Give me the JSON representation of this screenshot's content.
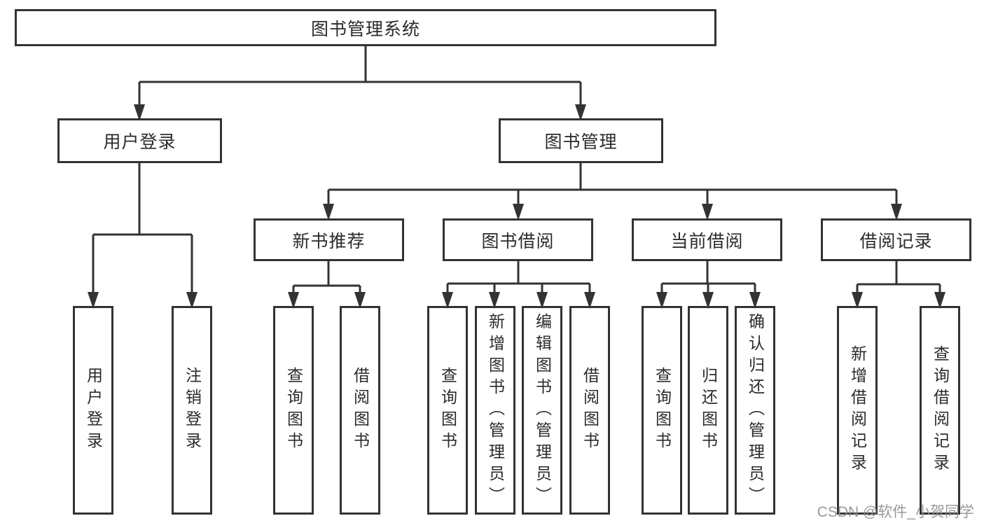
{
  "diagram": {
    "root": {
      "label": "图书管理系统"
    },
    "branches": [
      {
        "label": "用户登录",
        "children": [
          "用户登录",
          "注销登录"
        ]
      },
      {
        "label": "图书管理",
        "sections": [
          {
            "label": "新书推荐",
            "children": [
              "查询图书",
              "借阅图书"
            ]
          },
          {
            "label": "图书借阅",
            "children": [
              "查询图书",
              "新增图书（管理员）",
              "编辑图书（管理员）",
              "借阅图书"
            ]
          },
          {
            "label": "当前借阅",
            "children": [
              "查询图书",
              "归还图书",
              "确认归还（管理员）"
            ]
          },
          {
            "label": "借阅记录",
            "children": [
              "新增借阅记录",
              "查询借阅记录"
            ]
          }
        ]
      }
    ]
  },
  "watermark": "CSDN @软件_小贺同学",
  "colors": {
    "line": "#333333",
    "box_border": "#333333",
    "text": "#2b2b2b",
    "watermark": "#8f8f8f",
    "background": "#ffffff"
  }
}
